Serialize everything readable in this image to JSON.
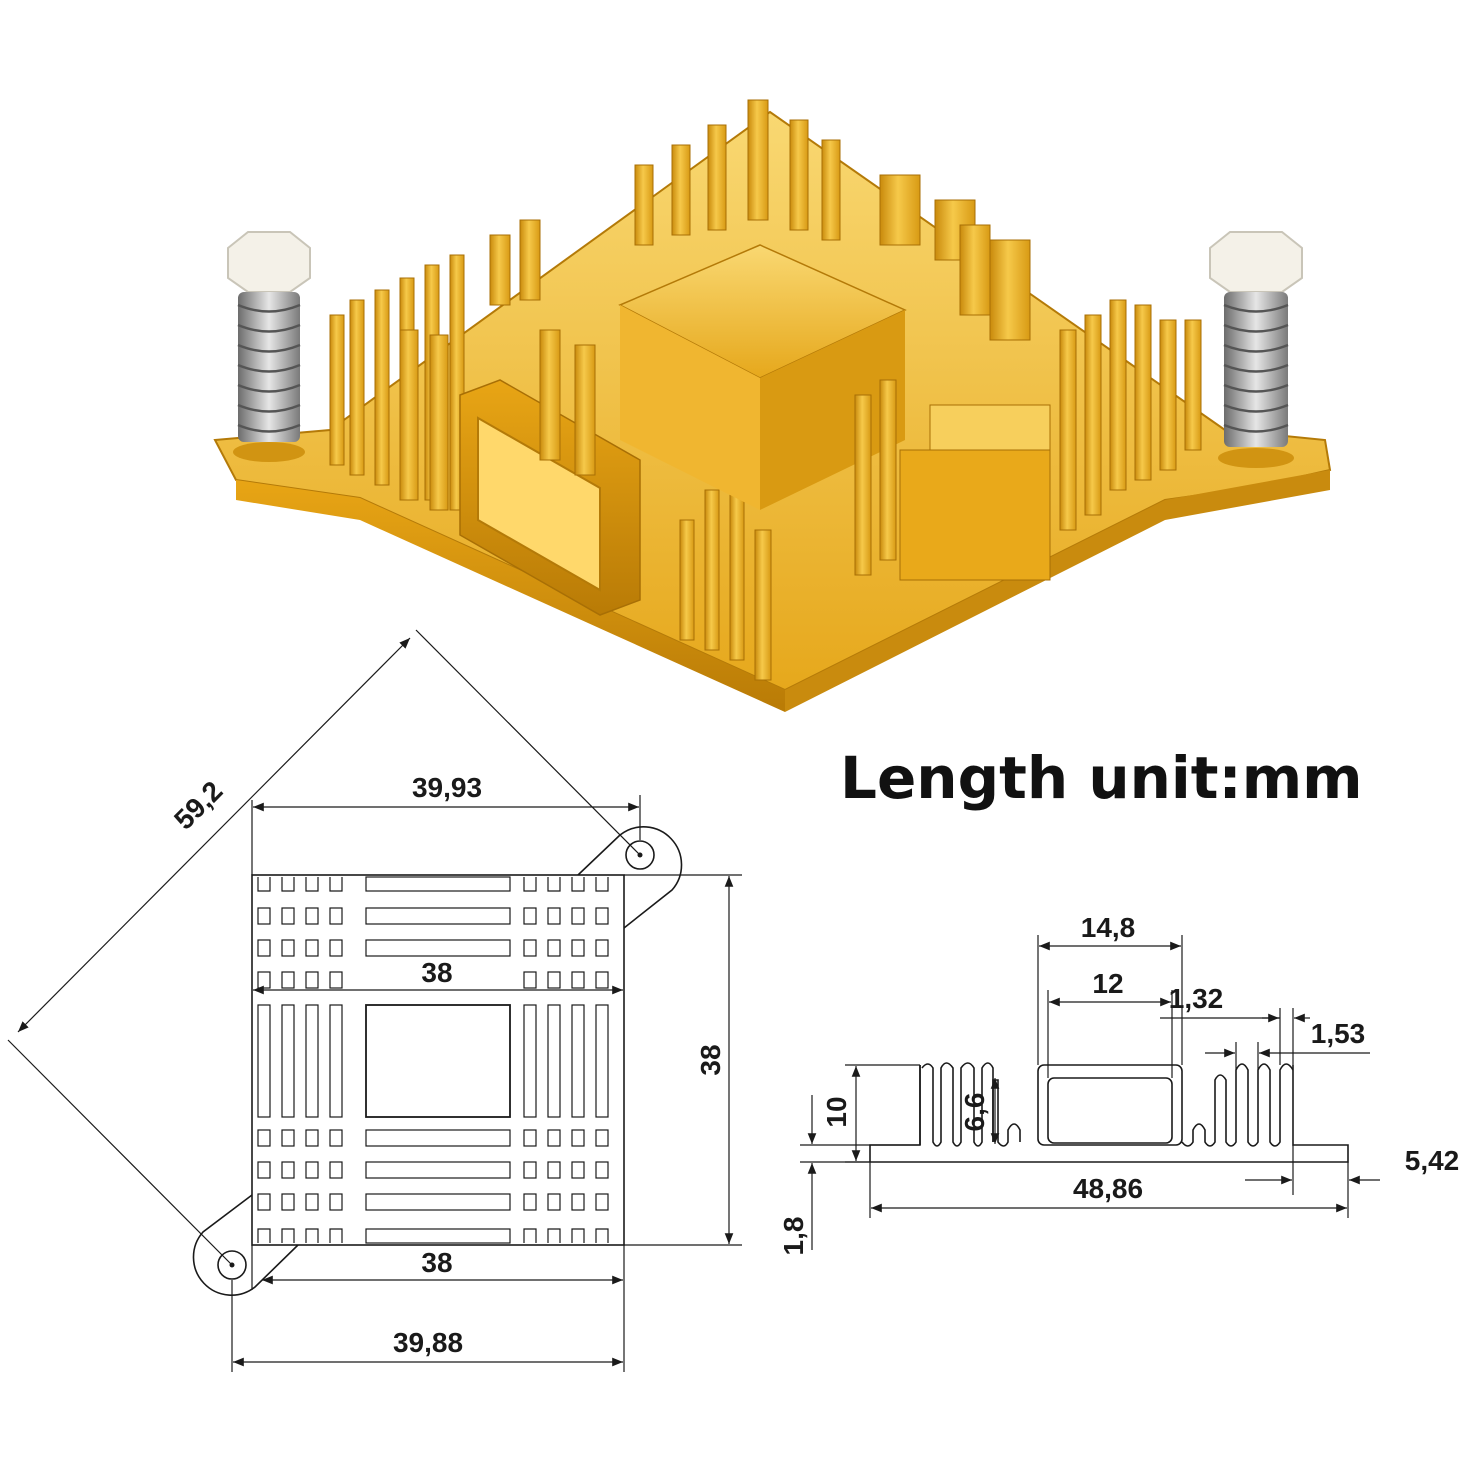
{
  "title": "Length unit:mm",
  "product": {
    "colors": {
      "gold_light": "#f7d060",
      "gold_mid": "#e9a91a",
      "gold_dark": "#b87a06",
      "nylon_post": "#f4f1e8",
      "spring": "#9a9a9a"
    }
  },
  "top_view": {
    "dims": {
      "diagonal": "59,2",
      "hole_span_top": "39,93",
      "inner_width_top": "38",
      "height": "38",
      "inner_width_bottom": "38",
      "hole_span_bottom": "39,88"
    }
  },
  "side_view": {
    "dims": {
      "block_width": "14,8",
      "inner_width": "12",
      "fin_gap": "1,32",
      "fin_thickness": "1,53",
      "fin_height": "10",
      "center_height": "6,6",
      "base_length": "48,86",
      "flange": "5,42",
      "base_thickness": "1,8"
    }
  }
}
